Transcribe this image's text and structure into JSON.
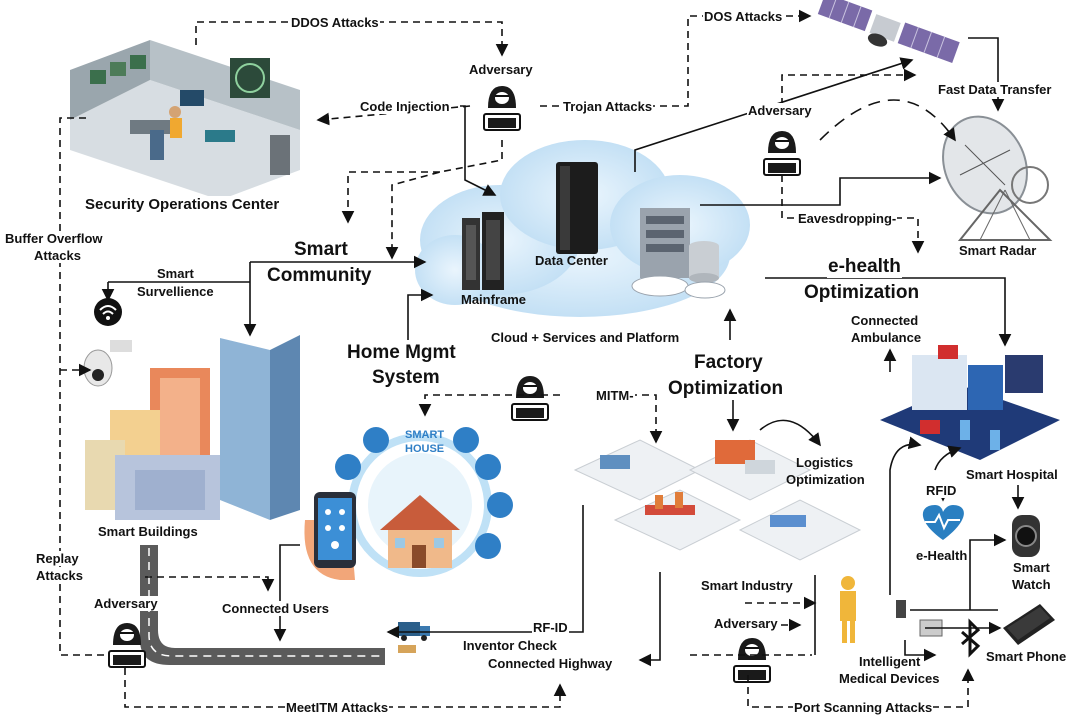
{
  "labels": {
    "ddos_attacks": "DDOS Attacks",
    "dos_attacks": "DOS Attacks",
    "adversary_top": "Adversary",
    "code_injection": "Code Injection",
    "trojan_attacks": "Trojan  Attacks",
    "adversary_right": "Adversary",
    "fast_data_transfer": "Fast Data Transfer",
    "security_operations_center": "Security Operations Center",
    "eavesdropping": "Eavesdropping-",
    "smart_radar": "Smart Radar",
    "buffer_overflow_attacks_1": "Buffer Overflow",
    "buffer_overflow_attacks_2": "Attacks",
    "smart_community_1": "Smart",
    "smart_community_2": "Community",
    "data_center": "Data Center",
    "mainframe": "Mainframe",
    "smart_survellience_1": "Smart",
    "smart_survellience_2": "Survellience",
    "ehealth_optimization_1": "e-health",
    "ehealth_optimization_2": "Optimization",
    "cloud_services": "Cloud + Services and Platform",
    "connected_ambulance_1": "Connected",
    "connected_ambulance_2": "Ambulance",
    "home_mgmt_1": "Home Mgmt",
    "home_mgmt_2": "System",
    "factory_optimization_1": "Factory",
    "factory_optimization_2": "Optimization",
    "mitm": "MITM-",
    "smart_house_1": "SMART",
    "smart_house_2": "HOUSE",
    "logistics_optimization_1": "Logistics",
    "logistics_optimization_2": "Optimization",
    "smart_hospital": "Smart Hospital",
    "rfid": "RFID",
    "ehealth": "e-Health",
    "smart_buildings": "Smart Buildings",
    "replay_attacks_1": "Replay",
    "replay_attacks_2": "Attacks",
    "smart_watch_1": "Smart",
    "smart_watch_2": "Watch",
    "smart_industry": "Smart Industry",
    "adversary_left": "Adversary",
    "connected_users": "Connected Users",
    "adversary_bottom": "Adversary",
    "rf_id": "RF-ID",
    "inventor_check": "Inventor Check",
    "connected_highway": "Connected Highway",
    "smart_phone": "Smart Phone",
    "intelligent_medical_devices_1": "Intelligent",
    "intelligent_medical_devices_2": "Medical Devices",
    "meetitm_attacks": "MeetITM Attacks",
    "port_scanning_attacks": "Port Scanning Attacks"
  },
  "icons": {
    "hacker": "hacker-icon",
    "satellite": "satellite-icon",
    "radar": "radar-dish-icon",
    "cloud": "cloud-icon",
    "wifi": "wifi-icon",
    "camera": "cctv-camera-icon",
    "bluetooth": "bluetooth-icon",
    "heart": "heart-pulse-icon"
  },
  "colors": {
    "cloud": "#cfe6f7",
    "cloud_edge": "#a9d0ee",
    "hacker": "#1a1a1a",
    "arrow": "#111111",
    "road": "#5b5b5b",
    "heart": "#2a7fc1"
  }
}
